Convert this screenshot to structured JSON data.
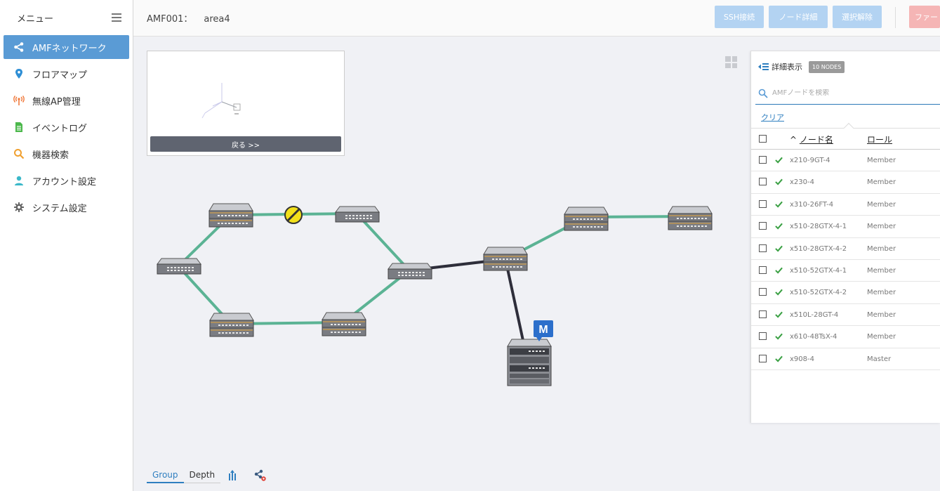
{
  "sidebar": {
    "title": "メニュー",
    "items": [
      {
        "label": "AMFネットワーク",
        "icon": "share-icon",
        "active": true
      },
      {
        "label": "フロアマップ",
        "icon": "map-pin-icon",
        "active": false
      },
      {
        "label": "無線AP管理",
        "icon": "wireless-icon",
        "active": false
      },
      {
        "label": "イベントログ",
        "icon": "document-icon",
        "active": false
      },
      {
        "label": "機器検索",
        "icon": "search-icon",
        "active": false
      },
      {
        "label": "アカウント設定",
        "icon": "user-icon",
        "active": false
      },
      {
        "label": "システム設定",
        "icon": "gear-icon",
        "active": false
      }
    ]
  },
  "header": {
    "network": "AMF001：",
    "area": "area4",
    "buttons": {
      "ssh": "SSH接続",
      "node_detail": "ノード詳細",
      "deselect": "選択解除",
      "firmware": "ファー"
    }
  },
  "minimap": {
    "back_label": "戻る >>"
  },
  "panel": {
    "title": "詳細表示",
    "badge": "10 NODES",
    "search_placeholder": "AMFノードを検索",
    "clear_label": "クリア",
    "sort_indicator": "^",
    "col_name": "ノード名",
    "col_role": "ロール",
    "nodes": [
      {
        "name": "x210-9GT-4",
        "role": "Member"
      },
      {
        "name": "x230-4",
        "role": "Member"
      },
      {
        "name": "x310-26FT-4",
        "role": "Member"
      },
      {
        "name": "x510-28GTX-4-1",
        "role": "Member"
      },
      {
        "name": "x510-28GTX-4-2",
        "role": "Member"
      },
      {
        "name": "x510-52GTX-4-1",
        "role": "Member"
      },
      {
        "name": "x510-52GTX-4-2",
        "role": "Member"
      },
      {
        "name": "x510L-28GT-4",
        "role": "Member"
      },
      {
        "name": "x610-48TsX-4",
        "role": "Member"
      },
      {
        "name": "x908-4",
        "role": "Master"
      }
    ]
  },
  "topology": {
    "master_badge": "M",
    "colors": {
      "link_green": "#5bb394",
      "link_dark": "#2e2e3a",
      "blocked": "#f2e01a"
    }
  },
  "tabs": {
    "group": "Group",
    "depth": "Depth"
  },
  "colors": {
    "accent": "#5a9bd5",
    "button_disabled": "#b3d3f2",
    "button_danger": "#f5b5b5",
    "check": "#3aa043"
  }
}
